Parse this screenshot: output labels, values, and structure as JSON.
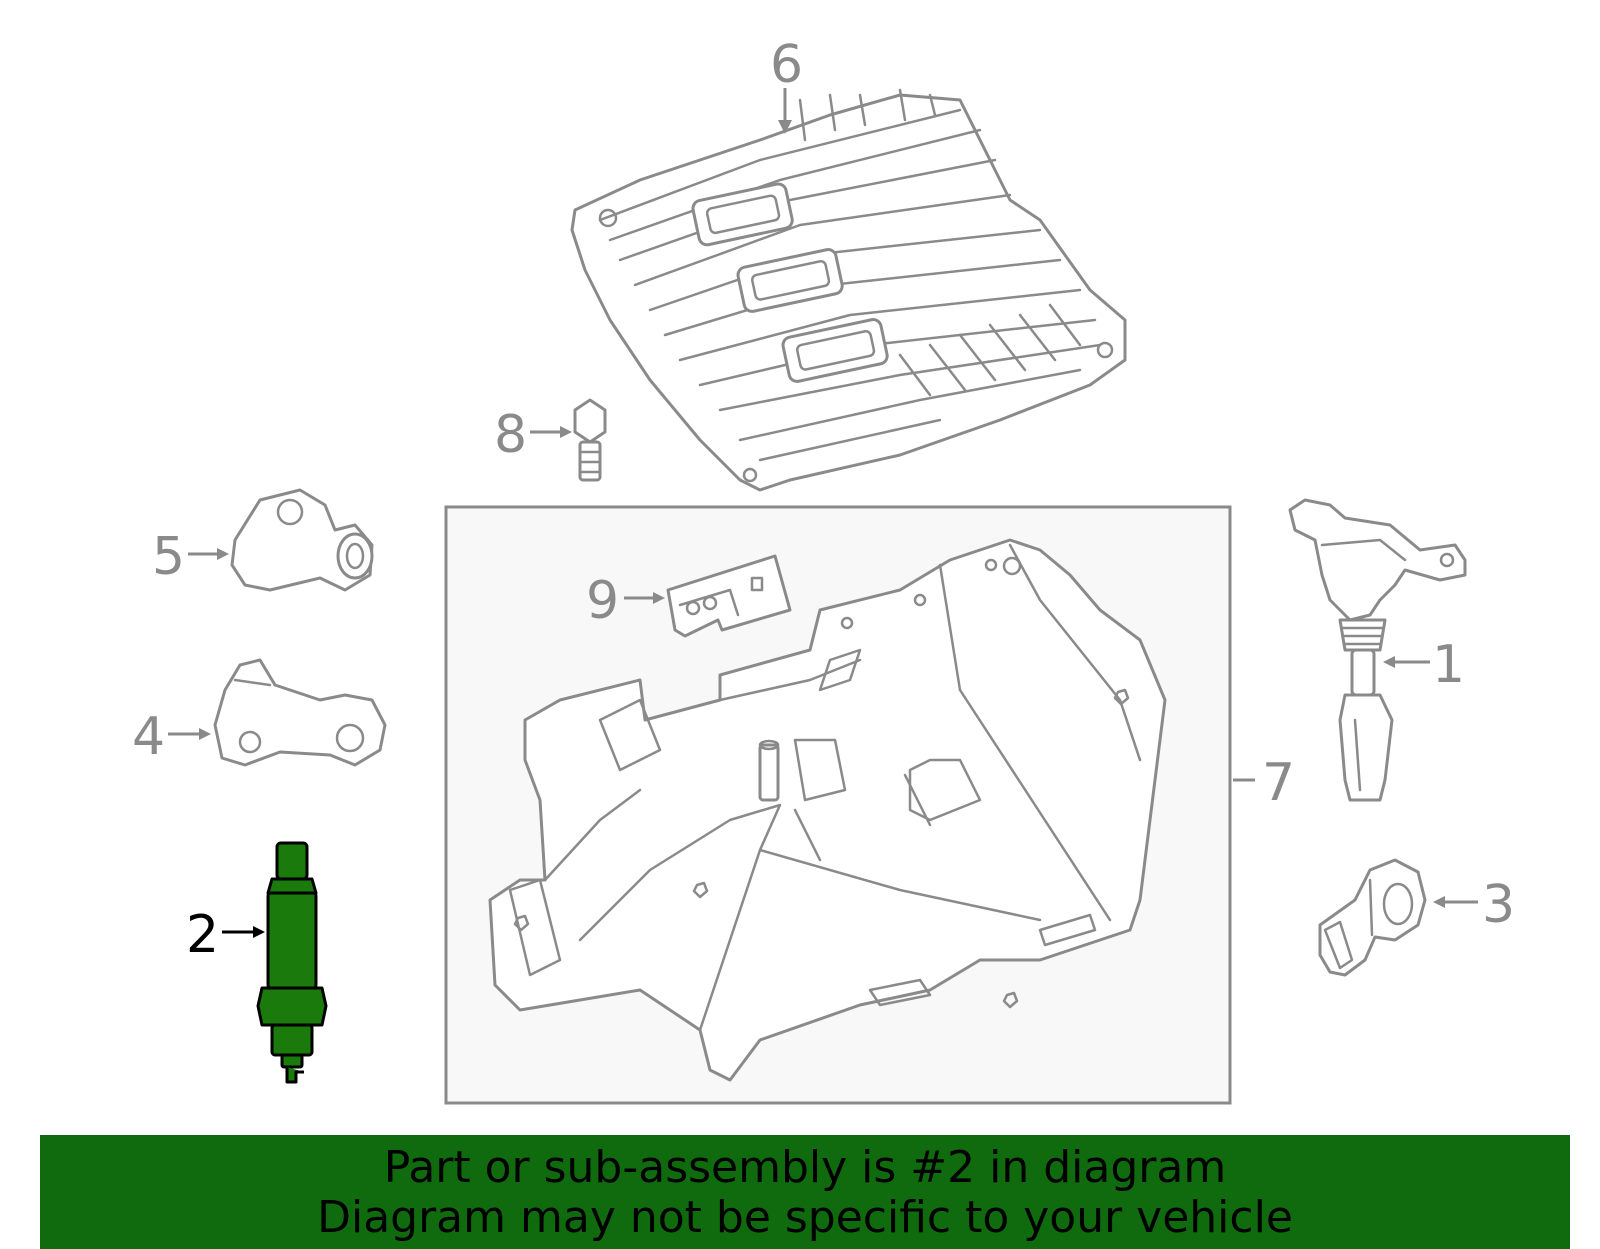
{
  "callouts": {
    "c1": "1",
    "c2": "2",
    "c3": "3",
    "c4": "4",
    "c5": "5",
    "c6": "6",
    "c7": "7",
    "c8": "8",
    "c9": "9"
  },
  "highlighted_part": "2",
  "colors": {
    "highlight_fill": "#1a7a0c",
    "banner": "#0f6b0d",
    "line_art": "#8a8a8a"
  },
  "banner": {
    "line1": "Part or sub-assembly is #2 in diagram",
    "line2": "Diagram may not be specific to your vehicle"
  }
}
